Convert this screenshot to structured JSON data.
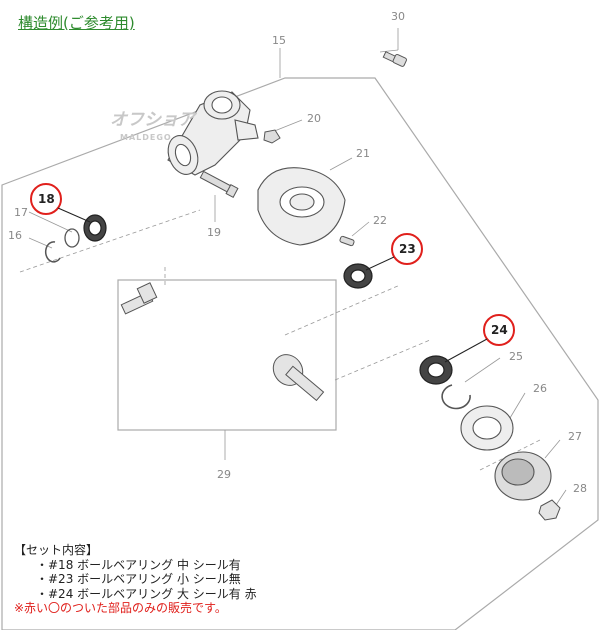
{
  "title": "構造例(ご参考用)",
  "watermark": {
    "main": "オフショア",
    "sub": "MALDEGO"
  },
  "parts": [
    {
      "num": "30",
      "red": false
    },
    {
      "num": "15",
      "red": false
    },
    {
      "num": "20",
      "red": false
    },
    {
      "num": "21",
      "red": false
    },
    {
      "num": "18",
      "red": true
    },
    {
      "num": "17",
      "red": false
    },
    {
      "num": "16",
      "red": false
    },
    {
      "num": "19",
      "red": false
    },
    {
      "num": "22",
      "red": false
    },
    {
      "num": "23",
      "red": true
    },
    {
      "num": "24",
      "red": true
    },
    {
      "num": "25",
      "red": false
    },
    {
      "num": "26",
      "red": false
    },
    {
      "num": "27",
      "red": false
    },
    {
      "num": "28",
      "red": false
    },
    {
      "num": "29",
      "red": false
    }
  ],
  "set_contents": {
    "header": "【セット内容】",
    "items": [
      "・#18 ボールベアリング 中 シール有",
      "・#23 ボールベアリング 小 シール無",
      "・#24 ボールベアリング 大 シール有 赤"
    ],
    "note": "※赤い〇のついた部品のみの販売です。"
  },
  "colors": {
    "title": "#2e8b2e",
    "highlight": "#e0201c",
    "line": "#888888"
  }
}
